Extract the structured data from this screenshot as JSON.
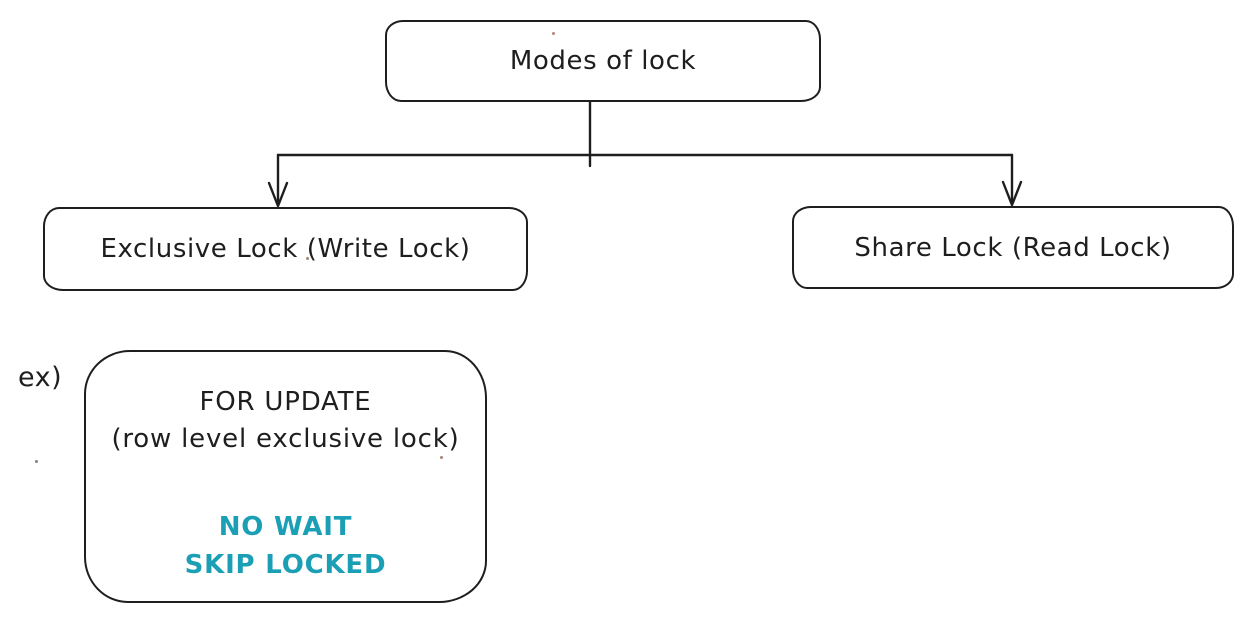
{
  "diagram": {
    "title": "Modes of lock",
    "nodes": {
      "root": {
        "label": "Modes of lock"
      },
      "exclusive": {
        "label": "Exclusive Lock (Write Lock)"
      },
      "share": {
        "label": "Share Lock (Read Lock)"
      },
      "example": {
        "prefix_label": "ex)",
        "title": "FOR UPDATE",
        "subtitle": "(row level exclusive lock)",
        "options": [
          "NO WAIT",
          "SKIP LOCKED"
        ]
      }
    },
    "edges": [
      {
        "from": "root",
        "to": "exclusive",
        "arrow": "down"
      },
      {
        "from": "root",
        "to": "share",
        "arrow": "down"
      }
    ],
    "colors": {
      "stroke": "#1e1e1e",
      "accent_cyan": "#1b9fb5",
      "background": "#ffffff"
    }
  }
}
